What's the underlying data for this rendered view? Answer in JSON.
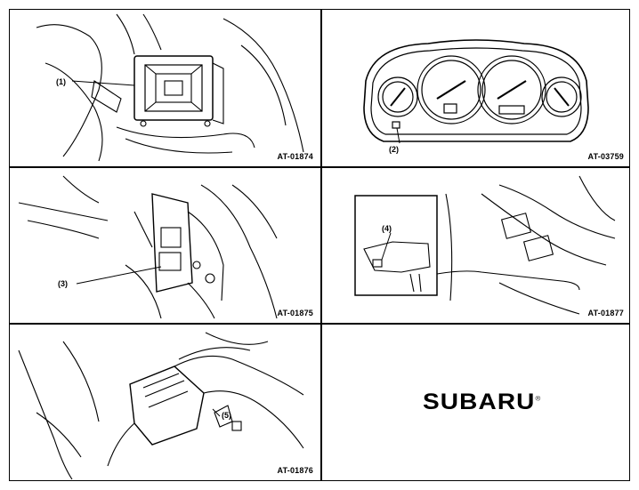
{
  "panels": [
    {
      "code": "AT-01874",
      "callout": "(1)"
    },
    {
      "code": "AT-03759",
      "callout": "(2)"
    },
    {
      "code": "AT-01875",
      "callout": "(3)"
    },
    {
      "code": "AT-01877",
      "callout": "(4)"
    },
    {
      "code": "AT-01876",
      "callout": "(5)"
    }
  ],
  "brand": {
    "logo": "SUBARU",
    "mark": "®"
  }
}
